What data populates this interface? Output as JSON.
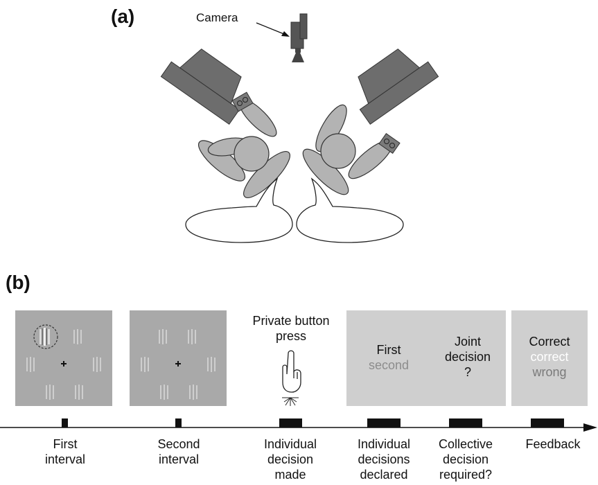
{
  "panel_a": {
    "label": "(a)",
    "camera_label": "Camera"
  },
  "panel_b": {
    "label": "(b)",
    "button_caption": [
      "Private button",
      "press"
    ],
    "screens": {
      "declare": {
        "lines": [
          "First",
          "second"
        ],
        "colors": [
          "#111111",
          "#8c8c8c"
        ]
      },
      "joint": {
        "lines": [
          "Joint",
          "decision",
          "?"
        ],
        "colors": [
          "#111111",
          "#111111",
          "#111111"
        ]
      },
      "feedback": {
        "lines": [
          "Correct",
          "correct",
          "wrong"
        ],
        "colors": [
          "#111111",
          "#ffffff",
          "#7a7a7a"
        ]
      }
    },
    "timeline": [
      {
        "lines": [
          "First",
          "interval"
        ]
      },
      {
        "lines": [
          "Second",
          "interval"
        ]
      },
      {
        "lines": [
          "Individual",
          "decision",
          "made"
        ]
      },
      {
        "lines": [
          "Individual",
          "decisions",
          "declared"
        ]
      },
      {
        "lines": [
          "Collective",
          "decision",
          "required?"
        ]
      },
      {
        "lines": [
          "Feedback"
        ]
      }
    ]
  }
}
